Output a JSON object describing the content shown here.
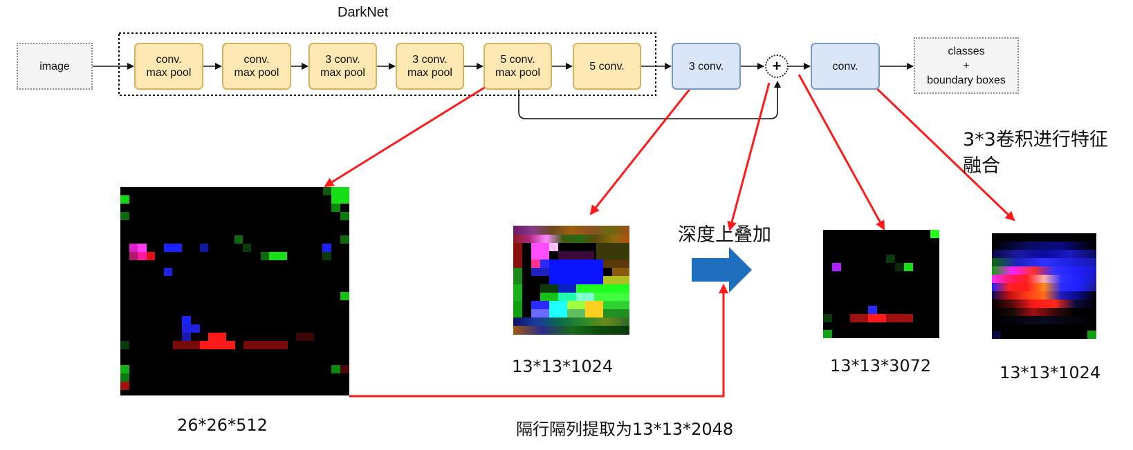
{
  "diagram": {
    "title": "DarkNet",
    "input_node": "image",
    "darknet_blocks": [
      "conv.\nmax pool",
      "conv.\nmax pool",
      "3 conv.\nmax pool",
      "3 conv.\nmax pool",
      "5 conv.\nmax pool",
      "5 conv."
    ],
    "mid_conv": "3 conv.",
    "add_symbol": "+",
    "final_conv": "conv.",
    "output_node": "classes\n+\nboundary boxes"
  },
  "annotations": {
    "fusion_note_line1": "3*3卷积进行特征",
    "fusion_note_line2": "融合",
    "concat_label": "深度上叠加",
    "reorg_label": "隔行隔列提取为13*13*2048"
  },
  "feature_maps": {
    "fm1_caption": "26*26*512",
    "fm2_caption": "13*13*1024",
    "fm3_caption": "13*13*3072",
    "fm4_caption": "13*13*1024"
  },
  "colors": {
    "arrow_red": "#ff1a1a",
    "concat_arrow_blue": "#1f6fbf",
    "block_yellow": "#fde7b3",
    "block_blue": "#d9e6f7"
  }
}
